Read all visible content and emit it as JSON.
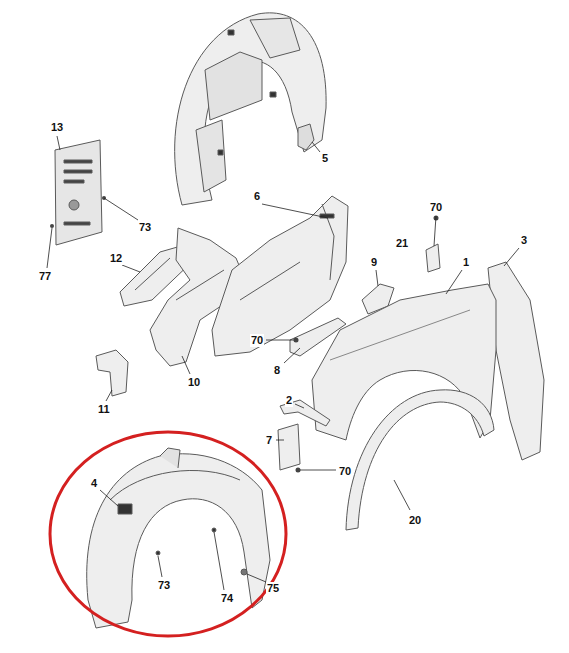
{
  "diagram": {
    "labels": [
      "13",
      "73",
      "77",
      "5",
      "6",
      "70",
      "21",
      "3",
      "12",
      "9",
      "1",
      "70",
      "8",
      "10",
      "11",
      "2",
      "7",
      "70",
      "20",
      "4",
      "73",
      "74",
      "75"
    ]
  }
}
